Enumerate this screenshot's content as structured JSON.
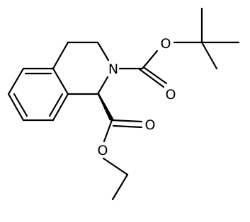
{
  "structure": {
    "atom_labels": {
      "n_ring": "N",
      "o_boc_ether": "O",
      "o_boc_carbonyl": "O",
      "o_ester_carbonyl": "O",
      "o_ester_ether": "O"
    },
    "stereo_bond": "wedge"
  },
  "colors": {
    "ink": "#000000",
    "background": "#ffffff"
  }
}
